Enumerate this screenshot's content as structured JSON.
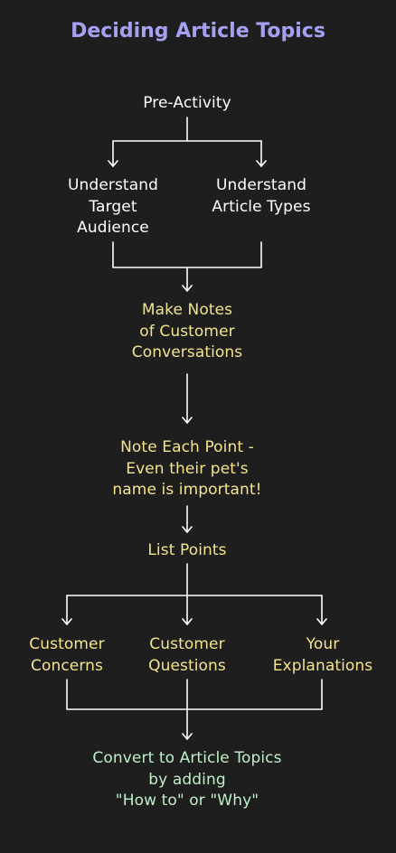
{
  "title": "Deciding Article Topics",
  "colors": {
    "background": "#1e1e1e",
    "title": "#a5a1f2",
    "white_text": "#ffffff",
    "yellow_text": "#f5e48a",
    "green_text": "#bdf0c8",
    "connector": "#ffffff"
  },
  "nodes": {
    "pre_activity": {
      "lines": [
        "Pre-Activity"
      ]
    },
    "target_audience": {
      "lines": [
        "Understand",
        "Target",
        "Audience"
      ]
    },
    "article_types": {
      "lines": [
        "Understand",
        "Article Types"
      ]
    },
    "make_notes": {
      "lines": [
        "Make Notes",
        "of Customer",
        "Conversations"
      ]
    },
    "note_each_point": {
      "lines": [
        "Note Each Point -",
        "Even their pet's",
        "name is important!"
      ]
    },
    "list_points": {
      "lines": [
        "List Points"
      ]
    },
    "customer_concerns": {
      "lines": [
        "Customer",
        "Concerns"
      ]
    },
    "customer_questions": {
      "lines": [
        "Customer",
        "Questions"
      ]
    },
    "your_explanations": {
      "lines": [
        "Your",
        "Explanations"
      ]
    },
    "convert": {
      "lines": [
        "Convert to Article Topics",
        "by adding",
        "\"How to\" or \"Why\""
      ]
    }
  }
}
